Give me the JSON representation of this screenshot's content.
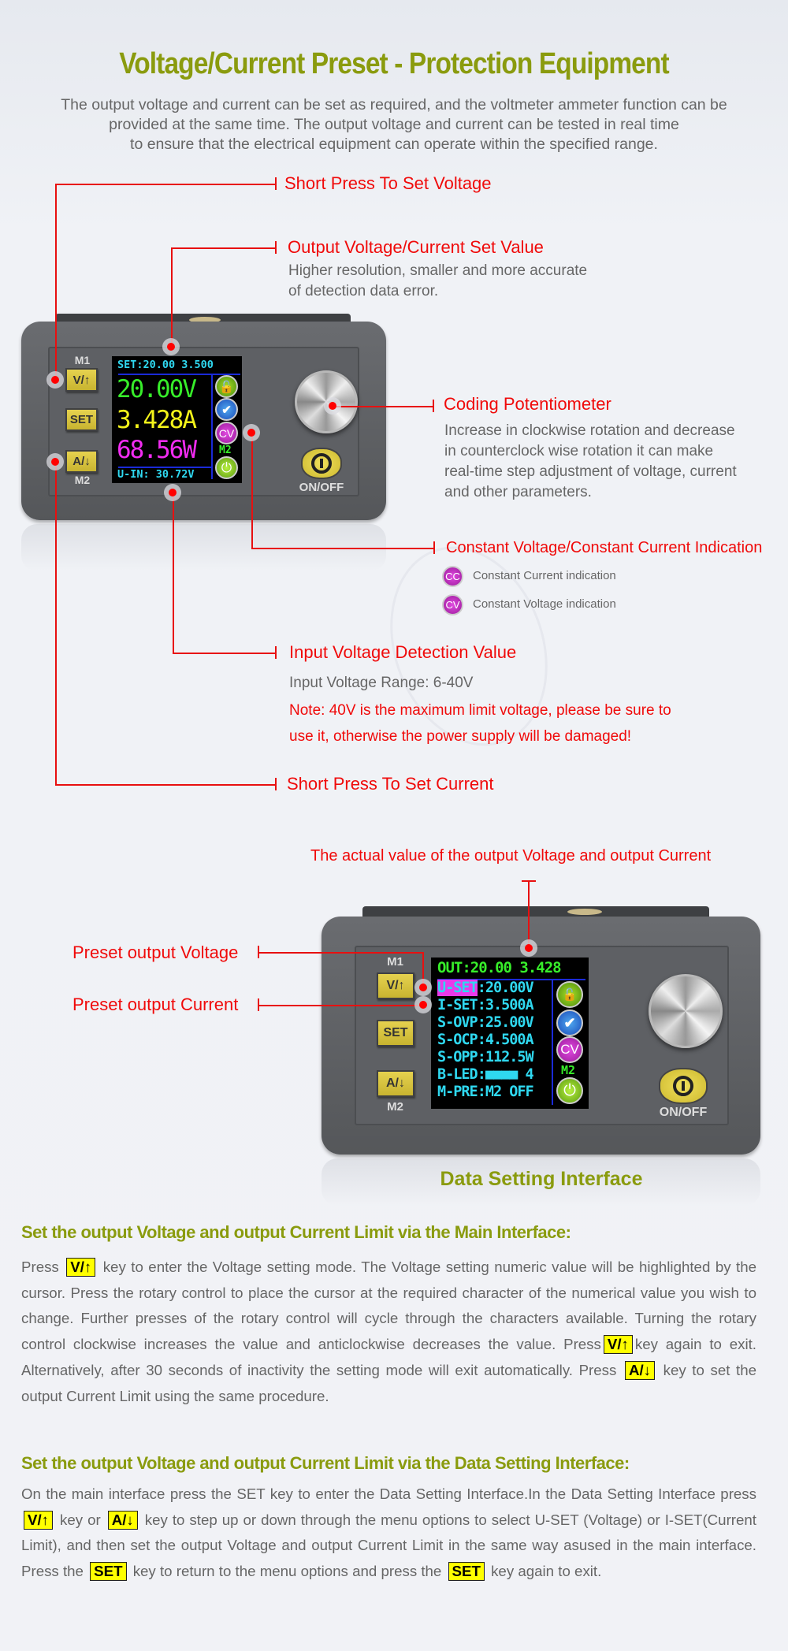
{
  "header": {
    "title": "Voltage/Current Preset - Protection Equipment",
    "description": [
      "The output voltage and current can be set as required, and the voltmeter ammeter function can be",
      "provided at the same time. The output voltage and current can be tested in real time",
      "to ensure that the electrical equipment can operate within the specified range."
    ]
  },
  "colors": {
    "accent_green": "#8a9b0e",
    "callout_red": "#f00a0a",
    "key_yellow": "#ffff00"
  },
  "callouts1": {
    "set_voltage": "Short Press To Set Voltage",
    "set_value_title": "Output Voltage/Current Set Value",
    "set_value_desc": [
      "Higher resolution, smaller and more accurate",
      "of detection data error."
    ],
    "pot_title": "Coding Potentiometer",
    "pot_desc": [
      "Increase in clockwise rotation and decrease",
      "in counterclock wise rotation it can make",
      "real-time step adjustment of voltage, current",
      "and other parameters."
    ],
    "cvcc_title": "Constant Voltage/Constant Current Indication",
    "cc_icon": "CC",
    "cc_text": "Constant Current indication",
    "cv_icon": "CV",
    "cv_text": "Constant Voltage indication",
    "input_title": "Input Voltage Detection Value",
    "input_range": "Input Voltage Range: 6-40V",
    "input_note": [
      "Note: 40V is the maximum limit voltage, please be sure to",
      "use it, otherwise the power supply will be damaged!"
    ],
    "set_current": "Short Press To Set Current"
  },
  "device1": {
    "m1": "M1",
    "m2": "M2",
    "key_v": "V/↑",
    "key_set": "SET",
    "key_a": "A/↓",
    "onoff": "ON/OFF",
    "screen": {
      "set_line": "SET:20.00 3.500",
      "voltage": "20.00V",
      "current": "3.428A",
      "power": "68.56W",
      "uin": "U-IN: 30.72V",
      "cv": "CV",
      "m2": "M2"
    }
  },
  "callouts2": {
    "actual": "The actual value of the output Voltage and output Current",
    "preset_voltage": "Preset output Voltage",
    "preset_current": "Preset output Current",
    "caption": "Data Setting Interface"
  },
  "device2": {
    "m1": "M1",
    "m2": "M2",
    "key_v": "V/↑",
    "key_set": "SET",
    "key_a": "A/↓",
    "onoff": "ON/OFF",
    "screen": {
      "out_line": "OUT:20.00 3.428",
      "rows": [
        {
          "label": "U-SET",
          "value": ":20.00V"
        },
        {
          "label": "I-SET",
          "value": ":3.500A"
        },
        {
          "label": "S-OVP",
          "value": ":25.00V"
        },
        {
          "label": "S-OCP",
          "value": ":4.500A"
        },
        {
          "label": "S-OPP",
          "value": ":112.5W"
        },
        {
          "label": "B-LED",
          "value": ":■■■■ 4"
        },
        {
          "label": "M-PRE",
          "value": ":M2 OFF"
        }
      ],
      "cv": "CV",
      "m2": "M2"
    }
  },
  "section1": {
    "heading": "Set the output Voltage and output Current Limit via the Main Interface:",
    "body": [
      {
        "t": "Press "
      },
      {
        "k": "V/↑"
      },
      {
        "t": " key to enter the Voltage setting mode. The Voltage setting numeric value will be highlighted by the cursor. Press the rotary control to place the cursor at the required character of the numerical value you wish to change. Further presses of the rotary control will cycle through the characters available. Turning the rotary control clockwise increases the value and anticlockwise decreases the value. Press"
      },
      {
        "k": "V/↑"
      },
      {
        "t": "key again to exit. Alternatively, after 30 seconds of inactivity the setting mode will exit automatically. Press "
      },
      {
        "k": "A/↓"
      },
      {
        "t": " key to set the output Current Limit using the same procedure."
      }
    ]
  },
  "section2": {
    "heading": "Set the output Voltage and output Current Limit via the Data Setting Interface:",
    "body": [
      {
        "t": "On the main interface press the SET key to enter the Data Setting Interface.In the Data Setting Interface press "
      },
      {
        "k": "V/↑"
      },
      {
        "t": " key or "
      },
      {
        "k": "A/↓"
      },
      {
        "t": " key to step up or down through the menu options to select U-SET (Voltage) or I-SET(Current Limit), and then set the output Voltage and output Current Limit in the same way asused in the main interface. Press the "
      },
      {
        "k": "SET"
      },
      {
        "t": " key to return to the menu options and press the "
      },
      {
        "k": "SET"
      },
      {
        "t": " key again to exit."
      }
    ]
  }
}
